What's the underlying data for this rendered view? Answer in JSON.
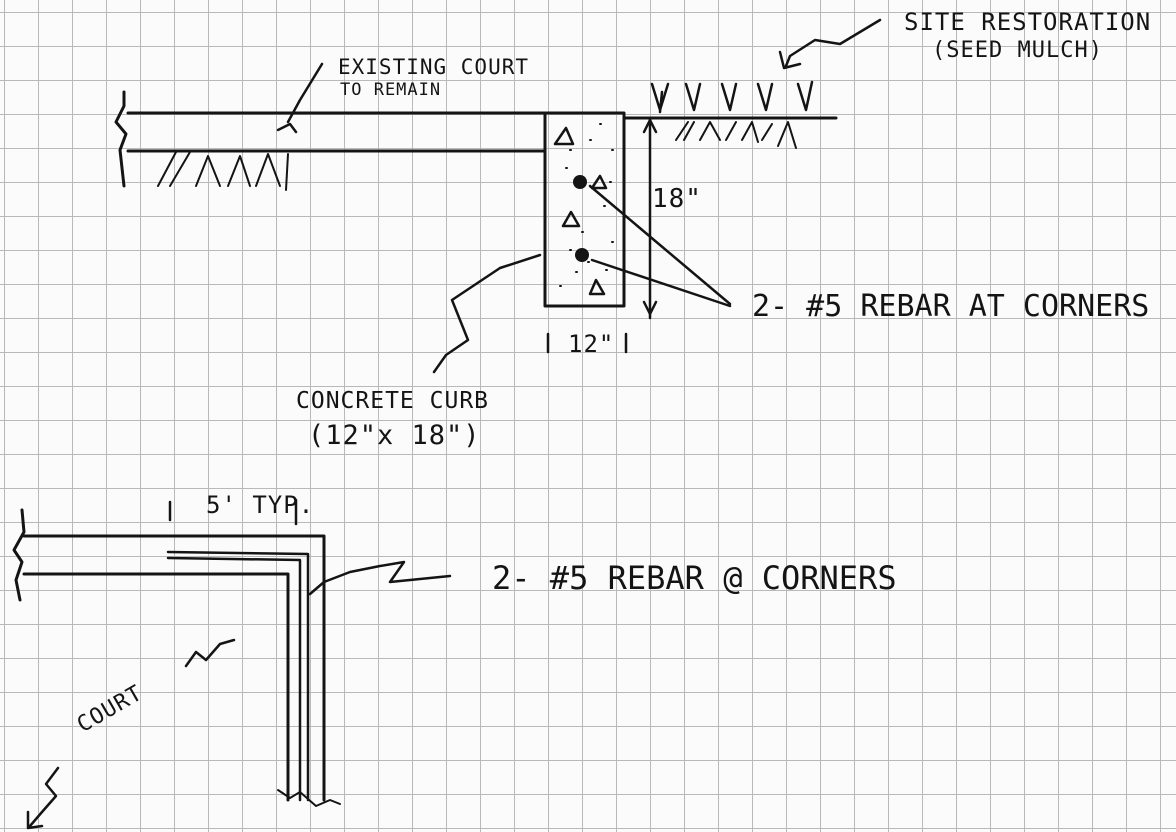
{
  "labels": {
    "existing_court": "EXISTING COURT",
    "to_remain": "TO REMAIN",
    "site_restoration": "SITE RESTORATION",
    "seed_mulch": "(SEED MULCH)",
    "depth_dim": "18\"",
    "width_dim": "12\"",
    "rebar_corners_section": "2- #5 REBAR AT CORNERS",
    "concrete_curb": "CONCRETE CURB",
    "curb_size": "(12\"x 18\")",
    "spacing_typ": "5' TYP.",
    "rebar_corners_plan": "2- #5 REBAR @ CORNERS",
    "court": "COURT"
  },
  "colors": {
    "ink": "#141414",
    "grid": "#b9b9b9",
    "paper": "#fbfbfb"
  }
}
